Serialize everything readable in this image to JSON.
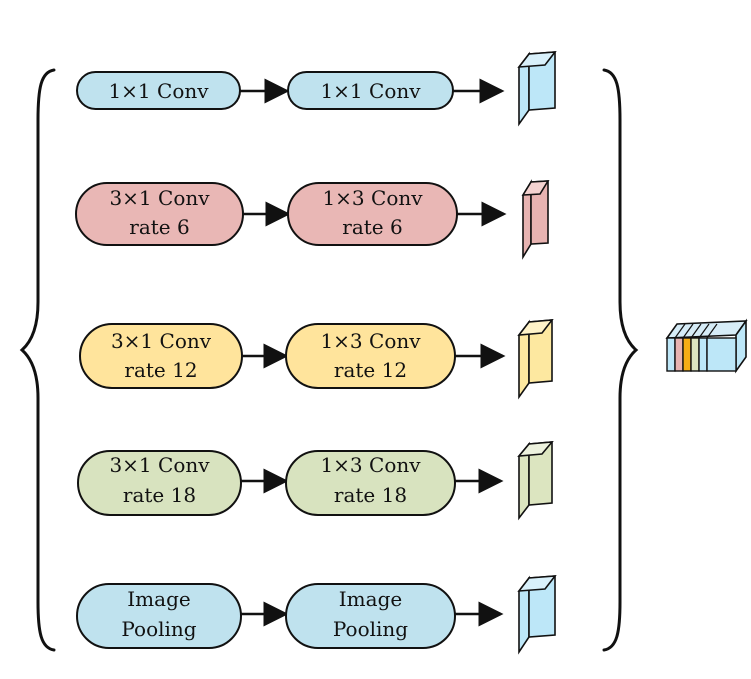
{
  "colors": {
    "blue": "#bfe2ee",
    "red": "#e9b7b5",
    "yellow": "#ffe49c",
    "green": "#d8e3bf",
    "stroke": "#111111",
    "block_blue": "#bde7f8",
    "block_red": "#e7b3b1",
    "block_yellow": "#fde8a0",
    "block_green": "#dce5c0",
    "block_orange": "#f6ad16"
  },
  "rows": [
    {
      "color": "blue",
      "first": [
        "1×1 Conv"
      ],
      "second": [
        "1×1 Conv"
      ],
      "output_icon": "blue-feature-block"
    },
    {
      "color": "red",
      "first": [
        "3×1 Conv",
        "rate 6"
      ],
      "second": [
        "1×3 Conv",
        "rate 6"
      ],
      "output_icon": "red-feature-block"
    },
    {
      "color": "yellow",
      "first": [
        "3×1 Conv",
        "rate 12"
      ],
      "second": [
        "1×3 Conv",
        "rate 12"
      ],
      "output_icon": "yellow-feature-block"
    },
    {
      "color": "green",
      "first": [
        "3×1 Conv",
        "rate 18"
      ],
      "second": [
        "1×3 Conv",
        "rate 18"
      ],
      "output_icon": "green-feature-block"
    },
    {
      "color": "blue",
      "first": [
        "Image",
        "Pooling"
      ],
      "second": [
        "Image",
        "Pooling"
      ],
      "output_icon": "blue-feature-block"
    }
  ],
  "combined_output_icon": "concatenated-feature-stack"
}
